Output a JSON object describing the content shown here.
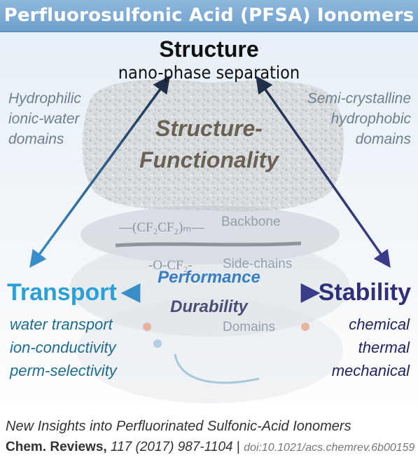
{
  "header": {
    "title": "Perfluorosulfonic Acid (PFSA) Ionomers"
  },
  "structure": {
    "title": "Structure",
    "subtitle": "nano-phase separation"
  },
  "left_note": {
    "lines": [
      "Hydrophilic",
      "ionic-water",
      "domains"
    ]
  },
  "right_note": {
    "lines": [
      "Semi-crystalline",
      "hydrophobic",
      "domains"
    ]
  },
  "center": {
    "line1": "Structure-",
    "line2": "Functionality"
  },
  "molecule": {
    "backbone_formula": "—(CF₂CF₂)ₘ—",
    "backbone_label": "Backbone",
    "sidechain_formula": "-O-CF₂-",
    "sidechain_label": "Side-chains",
    "domains_label": "Domains"
  },
  "transport": {
    "title": "Transport",
    "items": [
      "water transport",
      "ion-conductivity",
      "perm-selectivity"
    ]
  },
  "stability": {
    "title": "Stability",
    "items": [
      "chemical",
      "thermal",
      "mechanical"
    ]
  },
  "performance_label": "Performance",
  "durability_label": "Durability",
  "citation": {
    "line1": "New Insights into Perfluorinated Sulfonic-Acid Ionomers",
    "journal": "Chem. Reviews,",
    "volume": "117 (2017) 987-1104",
    "separator": "|",
    "doi": "doi:10.1021/acs.chemrev.6b00159"
  },
  "colors": {
    "transport": "#2a9fd8",
    "stability": "#2f2f7a",
    "performance_arrow": "#3a7ec2",
    "durability": "#4b4d75",
    "header": "#7aa7d2"
  }
}
